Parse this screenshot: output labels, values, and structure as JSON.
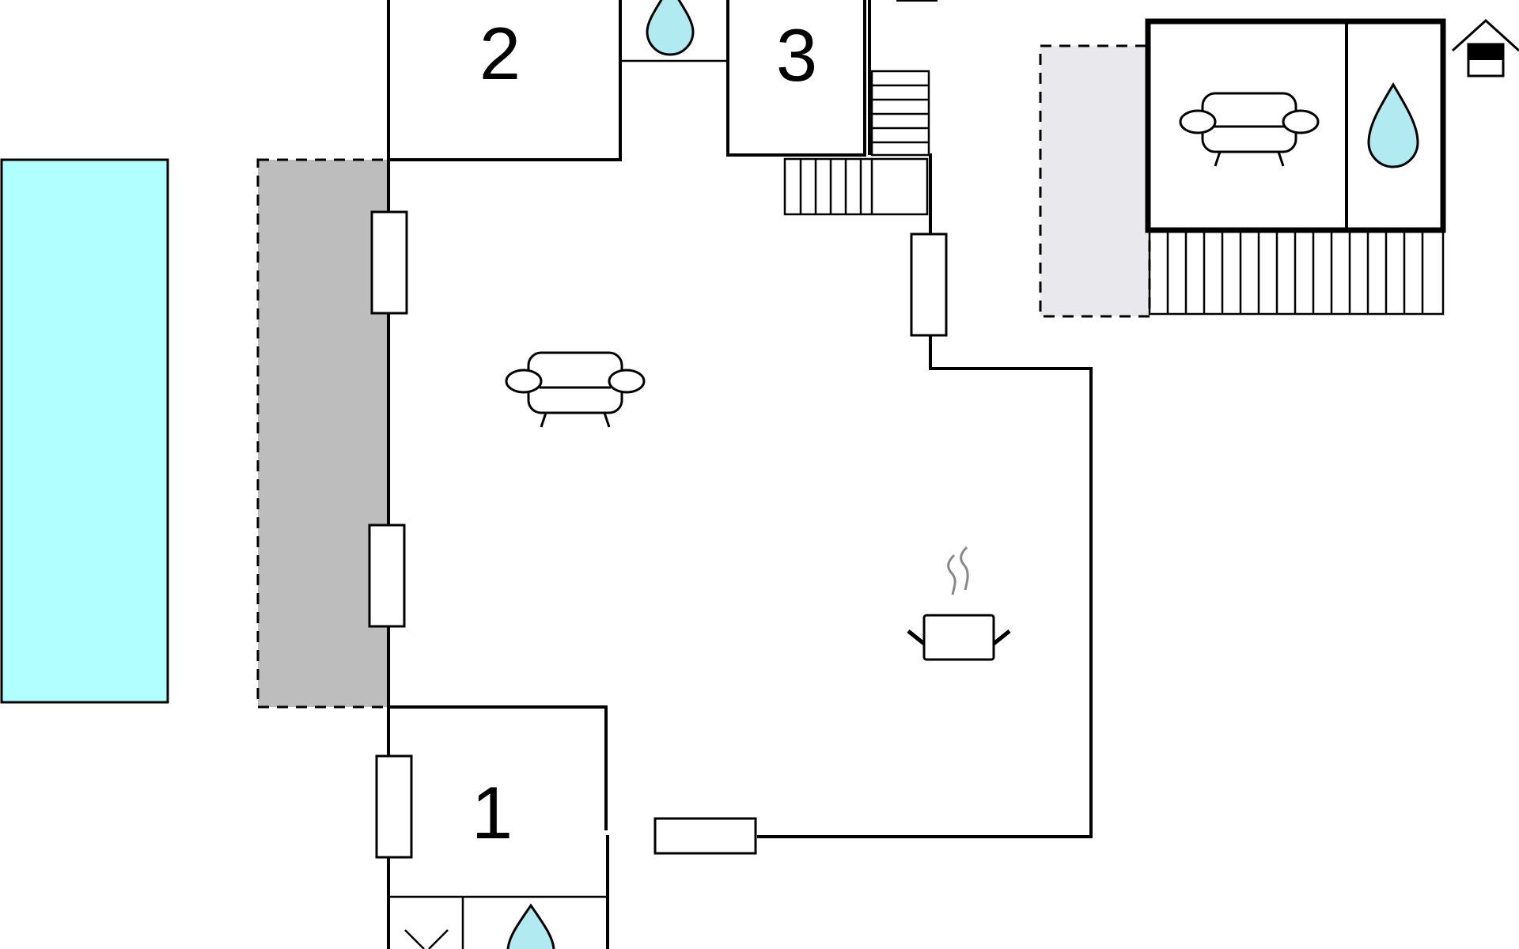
{
  "rooms": {
    "room_1": "1",
    "room_2": "2",
    "room_3": "3"
  },
  "colors": {
    "pool": "#b2ffff",
    "terrace": "#bdbdbe",
    "annex_terrace": "#e8e8ed",
    "water": "#b2eaf2",
    "wall": "#000000",
    "steam": "#888888"
  },
  "icons": [
    "pool-area",
    "sofa-icon",
    "water-drop-icon",
    "cooking-pot-icon",
    "house-icon",
    "door-cross-icon",
    "staircase-icon",
    "window-icon"
  ]
}
